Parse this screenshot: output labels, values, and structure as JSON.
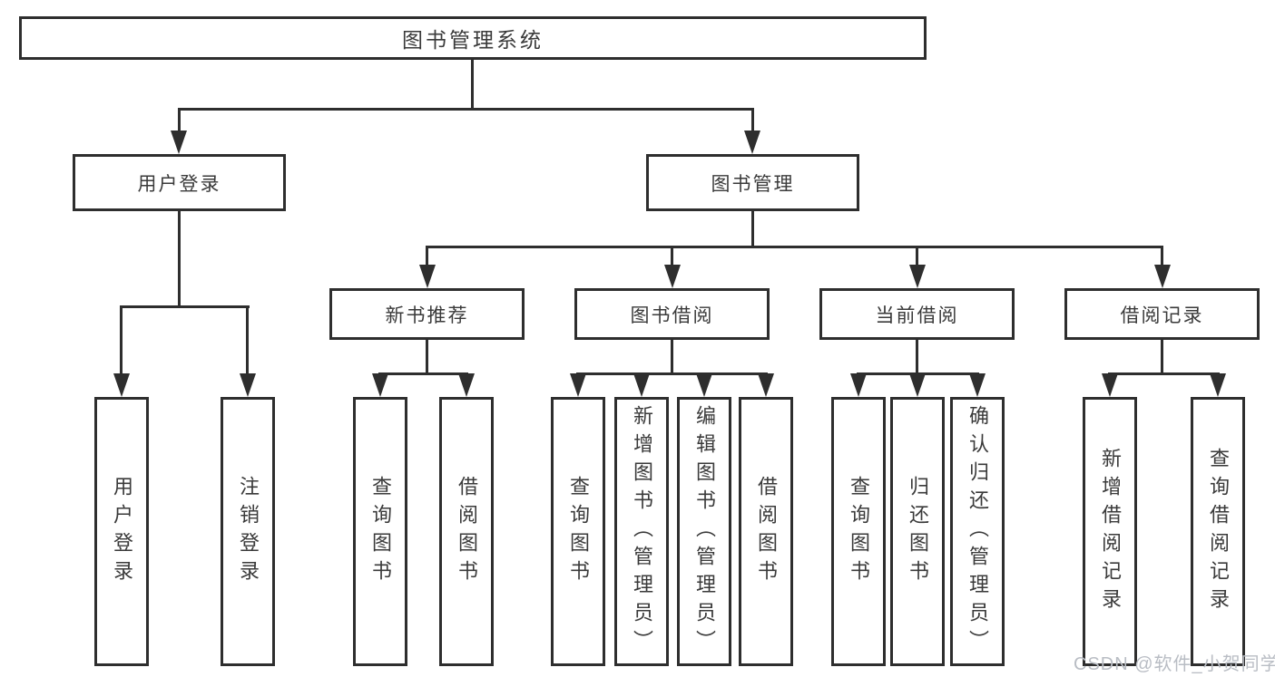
{
  "tree": {
    "root": "图书管理系统",
    "branches": [
      {
        "label": "用户登录",
        "children": [
          "用户登录",
          "注销登录"
        ]
      },
      {
        "label": "图书管理",
        "groups": [
          {
            "label": "新书推荐",
            "children": [
              "查询图书",
              "借阅图书"
            ]
          },
          {
            "label": "图书借阅",
            "children": [
              "查询图书",
              "新增图书（管理员）",
              "编辑图书（管理员）",
              "借阅图书"
            ]
          },
          {
            "label": "当前借阅",
            "children": [
              "查询图书",
              "归还图书",
              "确认归还（管理员）"
            ]
          },
          {
            "label": "借阅记录",
            "children": [
              "新增借阅记录",
              "查询借阅记录"
            ]
          }
        ]
      }
    ]
  },
  "watermark": "CSDN @软件_小贺同学",
  "colors": {
    "line": "#2e2e2e",
    "text": "#3a3a3a",
    "watermark": "#b9bdc4",
    "background": "#ffffff"
  }
}
